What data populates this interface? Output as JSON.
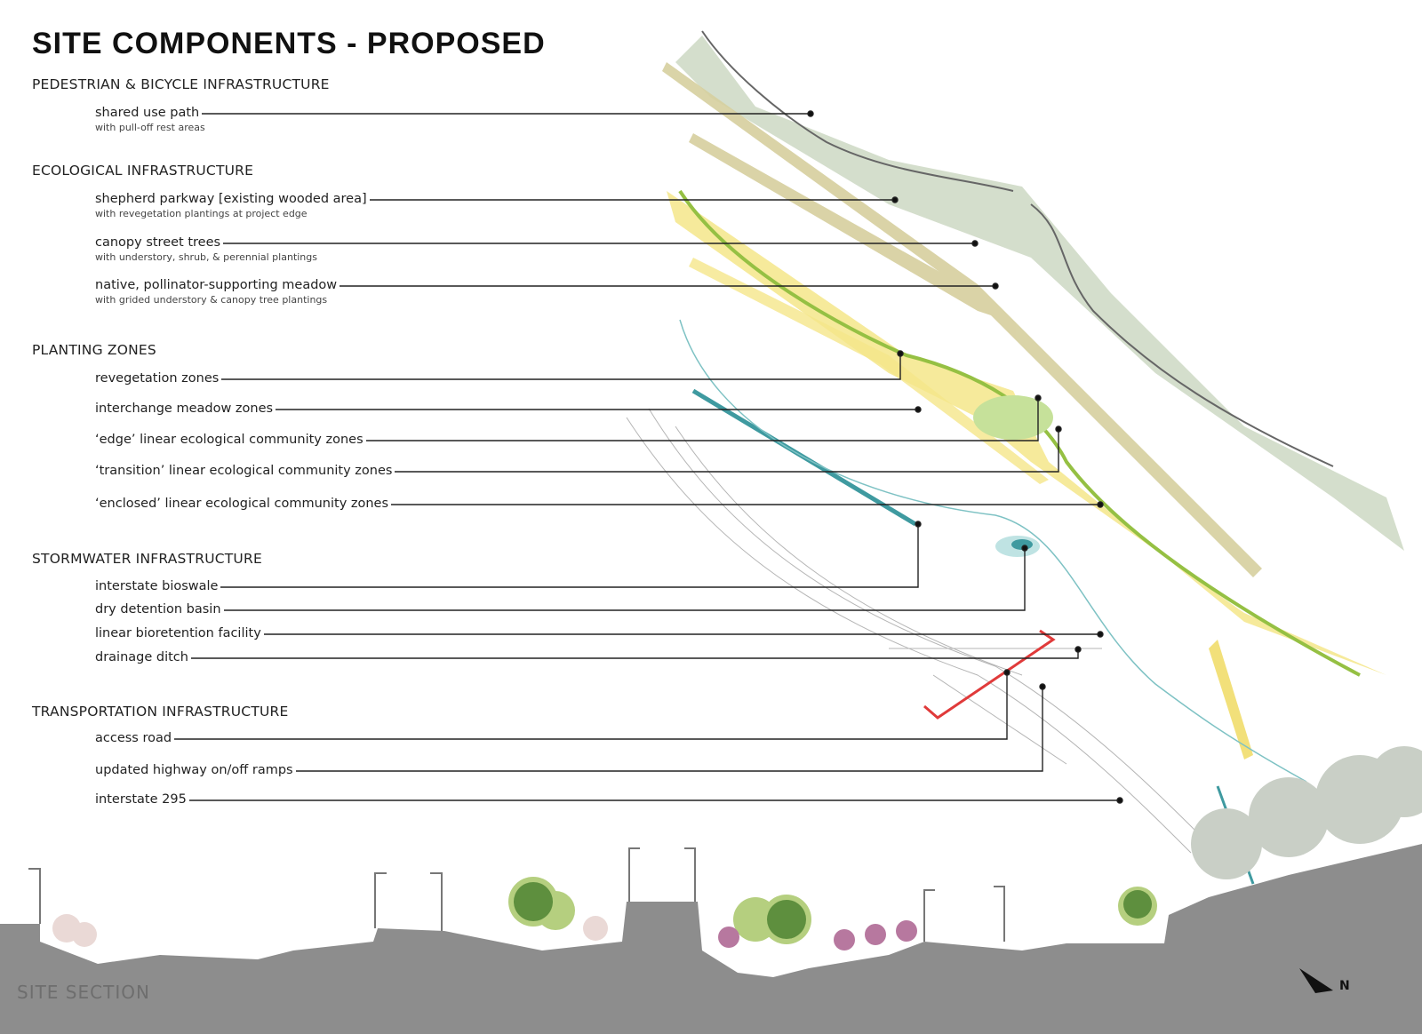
{
  "title": "SITE COMPONENTS - PROPOSED",
  "categories": [
    {
      "name": "PEDESTRIAN & BICYCLE INFRASTRUCTURE",
      "items": [
        {
          "label": "shared use path",
          "sub": "with pull-off rest areas"
        }
      ]
    },
    {
      "name": "ECOLOGICAL INFRASTRUCTURE",
      "items": [
        {
          "label": "shepherd parkway [existing wooded area]",
          "sub": "with revegetation plantings at project edge"
        },
        {
          "label": "canopy street trees",
          "sub": "with understory, shrub, & perennial plantings"
        },
        {
          "label": "native, pollinator-supporting meadow",
          "sub": "with grided understory & canopy tree plantings"
        }
      ]
    },
    {
      "name": "PLANTING ZONES",
      "items": [
        {
          "label": "revegetation zones"
        },
        {
          "label": "interchange meadow zones"
        },
        {
          "label": "‘edge’ linear ecological community zones"
        },
        {
          "label": "‘transition’ linear ecological community zones"
        },
        {
          "label": "‘enclosed’ linear ecological community zones"
        }
      ]
    },
    {
      "name": "STORMWATER INFRASTRUCTURE",
      "items": [
        {
          "label": "interstate bioswale"
        },
        {
          "label": "dry detention basin"
        },
        {
          "label": "linear bioretention facility"
        },
        {
          "label": "drainage ditch"
        }
      ]
    },
    {
      "name": "TRANSPORTATION INFRASTRUCTURE",
      "items": [
        {
          "label": "access road"
        },
        {
          "label": "updated highway on/off ramps"
        },
        {
          "label": "interstate 295"
        }
      ]
    }
  ],
  "section_label": "SITE SECTION",
  "north_label": "N",
  "colors": {
    "woods": "#9fb58f",
    "meadow": "#f3e27a",
    "edge": "#8fbf3a",
    "stormwater": "#3f9aa0",
    "proposed": "#e03a3a",
    "ground": "#8a8a8a"
  }
}
